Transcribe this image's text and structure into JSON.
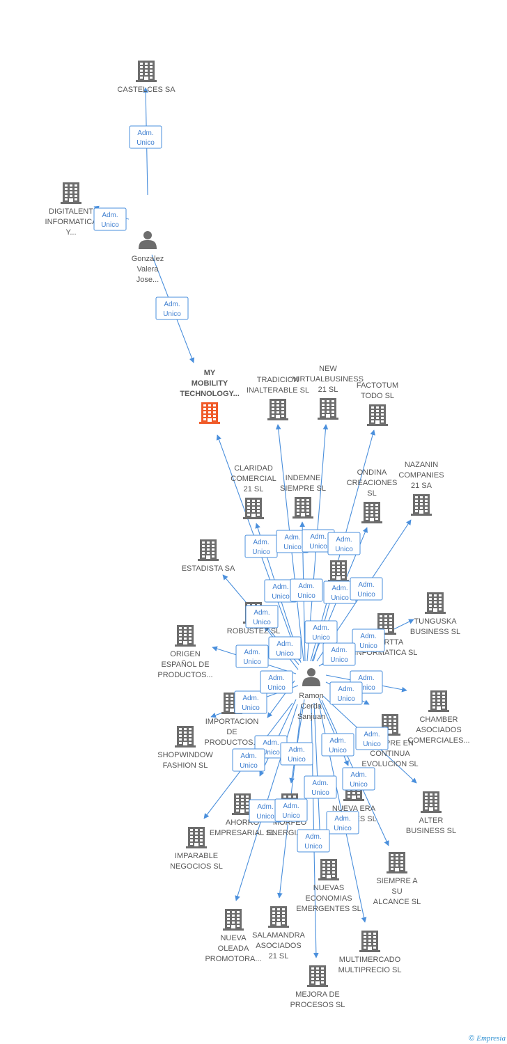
{
  "colors": {
    "edge": "#4a8fdc",
    "company_icon": "#6d6d6d",
    "focus_icon": "#f05a28",
    "person_icon": "#6d6d6d",
    "label": "#555555"
  },
  "icons": {
    "company": "building-icon",
    "person": "person-icon"
  },
  "role_text": [
    "Adm.",
    "Unico"
  ],
  "brand": {
    "symbol": "©",
    "name": "Empresia"
  },
  "nodes": [
    {
      "id": "castelces",
      "type": "company",
      "label": [
        "CASTELCES SA"
      ]
    },
    {
      "id": "digitalent",
      "type": "company",
      "label": [
        "DIGITALENT",
        "INFORMATICA",
        "Y..."
      ]
    },
    {
      "id": "gonzalez",
      "type": "person",
      "label": [
        "Gonzalez",
        "Valera",
        "Jose..."
      ]
    },
    {
      "id": "mymobility",
      "type": "company",
      "focus": true,
      "label": [
        "MY",
        "MOBILITY",
        "TECHNOLOGY..."
      ]
    },
    {
      "id": "tradicion",
      "type": "company",
      "label": [
        "TRADICION",
        "INALTERABLE SL"
      ]
    },
    {
      "id": "newvirtual",
      "type": "company",
      "label": [
        "NEW",
        "VIRTUALBUSINESS",
        "21 SL"
      ]
    },
    {
      "id": "factotum",
      "type": "company",
      "label": [
        "FACTOTUM",
        "TODO SL"
      ]
    },
    {
      "id": "claridad",
      "type": "company",
      "label": [
        "CLARIDAD",
        "COMERCIAL",
        "21 SL"
      ]
    },
    {
      "id": "indemne",
      "type": "company",
      "label": [
        "INDEMNE",
        "SIEMPRE SL"
      ]
    },
    {
      "id": "ondina",
      "type": "company",
      "label": [
        "ONDINA",
        "CREACIONES",
        "SL"
      ]
    },
    {
      "id": "nazanin",
      "type": "company",
      "label": [
        "NAZANIN",
        "COMPANIES",
        "21 SA"
      ]
    },
    {
      "id": "estadista",
      "type": "company",
      "label": [
        "ESTADISTA SA"
      ]
    },
    {
      "id": "unnamed1",
      "type": "company",
      "label": []
    },
    {
      "id": "robustez",
      "type": "company",
      "label": [
        "ROBUSTEZ SL"
      ]
    },
    {
      "id": "tunguska",
      "type": "company",
      "label": [
        "TUNGUSKA",
        "BUSINESS SL"
      ]
    },
    {
      "id": "acertta",
      "type": "company",
      "label": [
        "ACERTTA",
        "INFORMATICA SL"
      ]
    },
    {
      "id": "origen",
      "type": "company",
      "label": [
        "ORIGEN",
        "ESPAÑOL DE",
        "PRODUCTOS..."
      ]
    },
    {
      "id": "ramon",
      "type": "person",
      "label": [
        "Ramon",
        "Cerda",
        "Sanjuan"
      ]
    },
    {
      "id": "importacion",
      "type": "company",
      "label": [
        "IMPORTACION",
        "DE",
        "PRODUCTOS..."
      ]
    },
    {
      "id": "chamber",
      "type": "company",
      "label": [
        "CHAMBER",
        "ASOCIADOS",
        "COMERCIALES..."
      ]
    },
    {
      "id": "shopwindow",
      "type": "company",
      "label": [
        "SHOPWINDOW",
        "FASHION SL"
      ]
    },
    {
      "id": "siempreencontinua",
      "type": "company",
      "label": [
        "SIEMPRE EN",
        "CONTINUA",
        "EVOLUCION SL"
      ]
    },
    {
      "id": "alter",
      "type": "company",
      "label": [
        "ALTER",
        "BUSINESS SL"
      ]
    },
    {
      "id": "nuevaera",
      "type": "company",
      "label": [
        "NUEVA ERA",
        "MOVILES SL"
      ]
    },
    {
      "id": "ahorro",
      "type": "company",
      "label": [
        "AHORRO",
        "EMPRESARIAL SL"
      ]
    },
    {
      "id": "morfeo",
      "type": "company",
      "label": [
        "MORFEO",
        "ENERGIA SL"
      ]
    },
    {
      "id": "imparable",
      "type": "company",
      "label": [
        "IMPARABLE",
        "NEGOCIOS SL"
      ]
    },
    {
      "id": "siemprealcance",
      "type": "company",
      "label": [
        "SIEMPRE A",
        "SU",
        "ALCANCE SL"
      ]
    },
    {
      "id": "nuevaseconomias",
      "type": "company",
      "label": [
        "NUEVAS",
        "ECONOMIAS",
        "EMERGENTES SL"
      ]
    },
    {
      "id": "nuevaoleada",
      "type": "company",
      "label": [
        "NUEVA",
        "OLEADA",
        "PROMOTORA..."
      ]
    },
    {
      "id": "salamandra",
      "type": "company",
      "label": [
        "SALAMANDRA",
        "ASOCIADOS",
        "21 SL"
      ]
    },
    {
      "id": "multimercado",
      "type": "company",
      "label": [
        "MULTIMERCADO",
        "MULTIPRECIO SL"
      ]
    },
    {
      "id": "mejora",
      "type": "company",
      "label": [
        "MEJORA DE",
        "PROCESOS SL"
      ]
    }
  ],
  "edges": [
    {
      "from": "gonzalez",
      "to": "castelces",
      "role": [
        "Adm.",
        "Unico"
      ]
    },
    {
      "from": "gonzalez",
      "to": "digitalent",
      "role": [
        "Adm.",
        "Unico"
      ]
    },
    {
      "from": "gonzalez",
      "to": "mymobility",
      "role": [
        "Adm.",
        "Unico"
      ]
    },
    {
      "from": "ramon",
      "to": "mymobility",
      "role": [
        "Adm.",
        "Unico"
      ]
    },
    {
      "from": "ramon",
      "to": "tradicion",
      "role": [
        "Adm.",
        "Unico"
      ]
    },
    {
      "from": "ramon",
      "to": "newvirtual",
      "role": [
        "Adm.",
        "Unico"
      ]
    },
    {
      "from": "ramon",
      "to": "factotum",
      "role": [
        "Adm.",
        "Unico"
      ]
    },
    {
      "from": "ramon",
      "to": "claridad",
      "role": [
        "Adm.",
        "Unico"
      ]
    },
    {
      "from": "ramon",
      "to": "indemne",
      "role": [
        "Adm.",
        "Unico"
      ]
    },
    {
      "from": "ramon",
      "to": "ondina",
      "role": [
        "Adm.",
        "Unico"
      ]
    },
    {
      "from": "ramon",
      "to": "nazanin",
      "role": [
        "Adm.",
        "Unico"
      ]
    },
    {
      "from": "ramon",
      "to": "estadista",
      "role": [
        "Adm.",
        "Unico"
      ]
    },
    {
      "from": "ramon",
      "to": "unnamed1",
      "role": [
        "Adm.",
        "Unico"
      ]
    },
    {
      "from": "ramon",
      "to": "robustez",
      "role": [
        "Adm.",
        "Unico"
      ]
    },
    {
      "from": "ramon",
      "to": "tunguska",
      "role": [
        "Adm.",
        "Unico"
      ]
    },
    {
      "from": "ramon",
      "to": "acertta",
      "role": [
        "Adm.",
        "Unico"
      ]
    },
    {
      "from": "ramon",
      "to": "origen",
      "role": [
        "Adm.",
        "Unico"
      ]
    },
    {
      "from": "ramon",
      "to": "importacion",
      "role": [
        "Adm.",
        "Unico"
      ]
    },
    {
      "from": "ramon",
      "to": "chamber",
      "role": [
        "Adm.",
        "Unico"
      ]
    },
    {
      "from": "ramon",
      "to": "shopwindow",
      "role": [
        "Adm.",
        "Unico"
      ]
    },
    {
      "from": "ramon",
      "to": "siempreencontinua",
      "role": [
        "Adm.",
        "Unico"
      ]
    },
    {
      "from": "ramon",
      "to": "alter",
      "role": [
        "Adm.",
        "Unico"
      ]
    },
    {
      "from": "ramon",
      "to": "nuevaera",
      "role": [
        "Adm.",
        "Unico"
      ]
    },
    {
      "from": "ramon",
      "to": "ahorro",
      "role": [
        "Adm.",
        "Unico"
      ]
    },
    {
      "from": "ramon",
      "to": "morfeo",
      "role": [
        "Adm.",
        "Unico"
      ]
    },
    {
      "from": "ramon",
      "to": "imparable",
      "role": [
        "Adm.",
        "Unico"
      ]
    },
    {
      "from": "ramon",
      "to": "siemprealcance",
      "role": [
        "Adm.",
        "Unico"
      ]
    },
    {
      "from": "ramon",
      "to": "nuevaseconomias",
      "role": [
        "Adm.",
        "Unico"
      ]
    },
    {
      "from": "ramon",
      "to": "nuevaoleada",
      "role": [
        "Adm.",
        "Unico"
      ]
    },
    {
      "from": "ramon",
      "to": "salamandra",
      "role": [
        "Adm.",
        "Unico"
      ]
    },
    {
      "from": "ramon",
      "to": "multimercado",
      "role": [
        "Adm.",
        "Unico"
      ]
    },
    {
      "from": "ramon",
      "to": "mejora",
      "role": [
        "Adm.",
        "Unico"
      ]
    }
  ]
}
